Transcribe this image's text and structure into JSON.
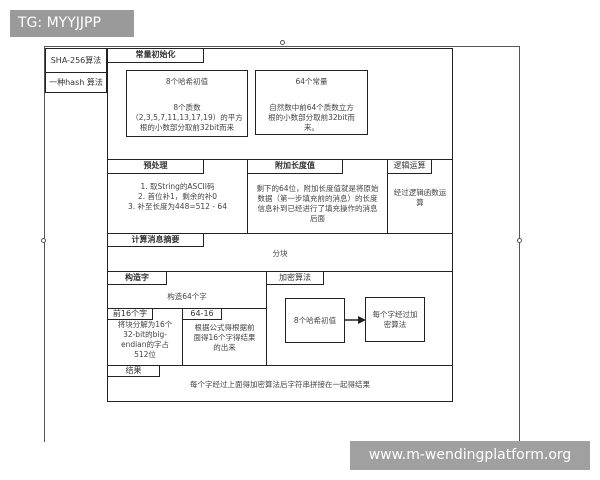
{
  "badge": "TG: MYYJJPP",
  "watermark": "www.m-wendingplatform.org",
  "side": {
    "title": "SHA-256算法",
    "subtitle": "一种hash 算法"
  },
  "const_init": {
    "tab": "常量初始化",
    "hash": {
      "title": "8个哈希初值",
      "desc": "8个质数（2,3,5,7,11,13,17,19）的平方根的小数部分取前32bit而来"
    },
    "k": {
      "title": "64个常量",
      "desc": "自然数中前64个质数立方根的小数部分取前32bit而来。"
    }
  },
  "preprocess": {
    "tab": "预处理",
    "lines": [
      "1. 取String的ASCII码",
      "2. 首位补1，剩余的补0",
      "3. 补至长度为448=512 - 64"
    ]
  },
  "append": {
    "tab": "附加长度值",
    "desc": "剩下的64位，附加长度值就是将原始数据（第一步填充前的消息）的长度信息补到已经进行了填充操作的消息后面"
  },
  "logic": {
    "tab": "逻辑运算",
    "desc": "经过逻辑函数运算"
  },
  "digest": {
    "tab": "计算消息摘要",
    "desc": "分块"
  },
  "words": {
    "tab": "构造字",
    "desc": "构造64个字",
    "first16": {
      "tab": "前16个字",
      "desc": "将块分解为16个32-bit的big-endian的字占512位"
    },
    "rest": {
      "tab": "64-16",
      "desc": "根据公式得根据前面得16个字得结果的出来"
    }
  },
  "encrypt": {
    "tab": "加密算法",
    "box1": "8个哈希初值",
    "box2": "每个字经过加密算法"
  },
  "result": {
    "tab": "结果",
    "desc": "每个字经过上面得加密算法后字符串拼接在一起得结果"
  }
}
